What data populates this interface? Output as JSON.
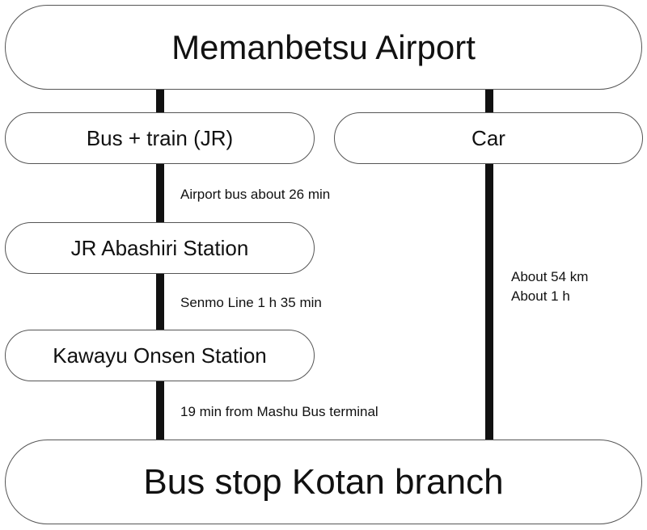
{
  "start": "Memanbetsu Airport",
  "routes": {
    "public": {
      "label": "Bus + train (JR)",
      "steps": [
        {
          "note": "Airport bus about 26 min",
          "station": "JR Abashiri Station"
        },
        {
          "note": "Senmo Line 1 h 35 min",
          "station": "Kawayu Onsen Station"
        },
        {
          "note": "19 min from Mashu Bus terminal"
        }
      ]
    },
    "car": {
      "label": "Car",
      "distance": "About 54 km",
      "duration": "About 1 h"
    }
  },
  "destination": "Bus stop Kotan branch",
  "colors": {
    "line": "#111111",
    "border": "#555555",
    "background": "#ffffff"
  }
}
